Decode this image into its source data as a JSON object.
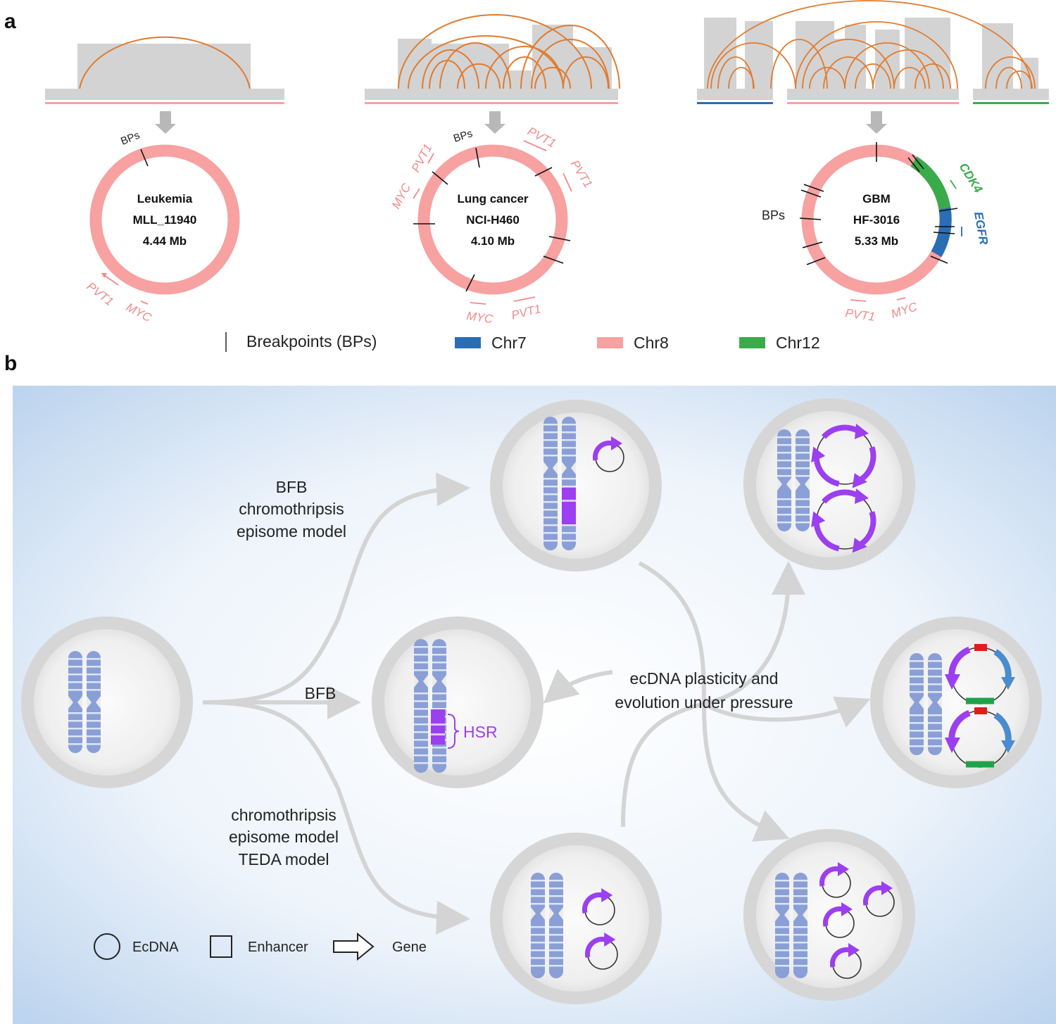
{
  "panel_a": {
    "label": "a",
    "bps_label": "BPs",
    "circles": [
      {
        "line1": "Leukemia",
        "line2": "MLL_11940",
        "line3": "4.44 Mb",
        "genes": [
          "PVT1",
          "MYC"
        ]
      },
      {
        "line1": "Lung cancer",
        "line2": "NCI-H460",
        "line3": "4.10 Mb",
        "genes_left": [
          "MYC",
          "PVT1"
        ],
        "genes_right": [
          "PVT1",
          "PVT1"
        ],
        "genes_bottom": [
          "MYC",
          "PVT1"
        ]
      },
      {
        "line1": "GBM",
        "line2": "HF-3016",
        "line3": "5.33 Mb",
        "genes_right": [
          "CDK4",
          "EGFR"
        ],
        "genes_bottom": [
          "PVT1",
          "MYC"
        ]
      }
    ],
    "legend": {
      "breakpoints": "Breakpoints (BPs)",
      "chr7": "Chr7",
      "chr8": "Chr8",
      "chr12": "Chr12"
    },
    "colors": {
      "chr7": "#2a6db5",
      "chr8": "#f7a1a1",
      "chr12": "#3aab4a",
      "arc": "#e07b2f",
      "gene_red": "#f08a8a",
      "gene_green": "#3aab4a",
      "gene_blue": "#2a6db5",
      "bar": "#d3d3d3",
      "arrow": "#b8b8b8"
    }
  },
  "panel_b": {
    "label": "b",
    "path_top": [
      "BFB",
      "chromothripsis",
      "episome model"
    ],
    "path_mid": "BFB",
    "path_bottom": [
      "chromothripsis",
      "episome model",
      "TEDA model"
    ],
    "hsr": "HSR",
    "center_text": [
      "ecDNA plasticity and",
      "evolution under pressure"
    ],
    "legend": {
      "ecdna": "EcDNA",
      "enhancer": "Enhancer",
      "gene": "Gene"
    },
    "colors": {
      "chrom": "#8a9fd6",
      "chrom_band": "#dfe5f5",
      "purple": "#9b3ff0",
      "red": "#e41b1b",
      "green": "#1fa34a",
      "blue": "#4b8bd0",
      "cell": "#d3d3d3",
      "cell_inner": "#ededed"
    }
  }
}
